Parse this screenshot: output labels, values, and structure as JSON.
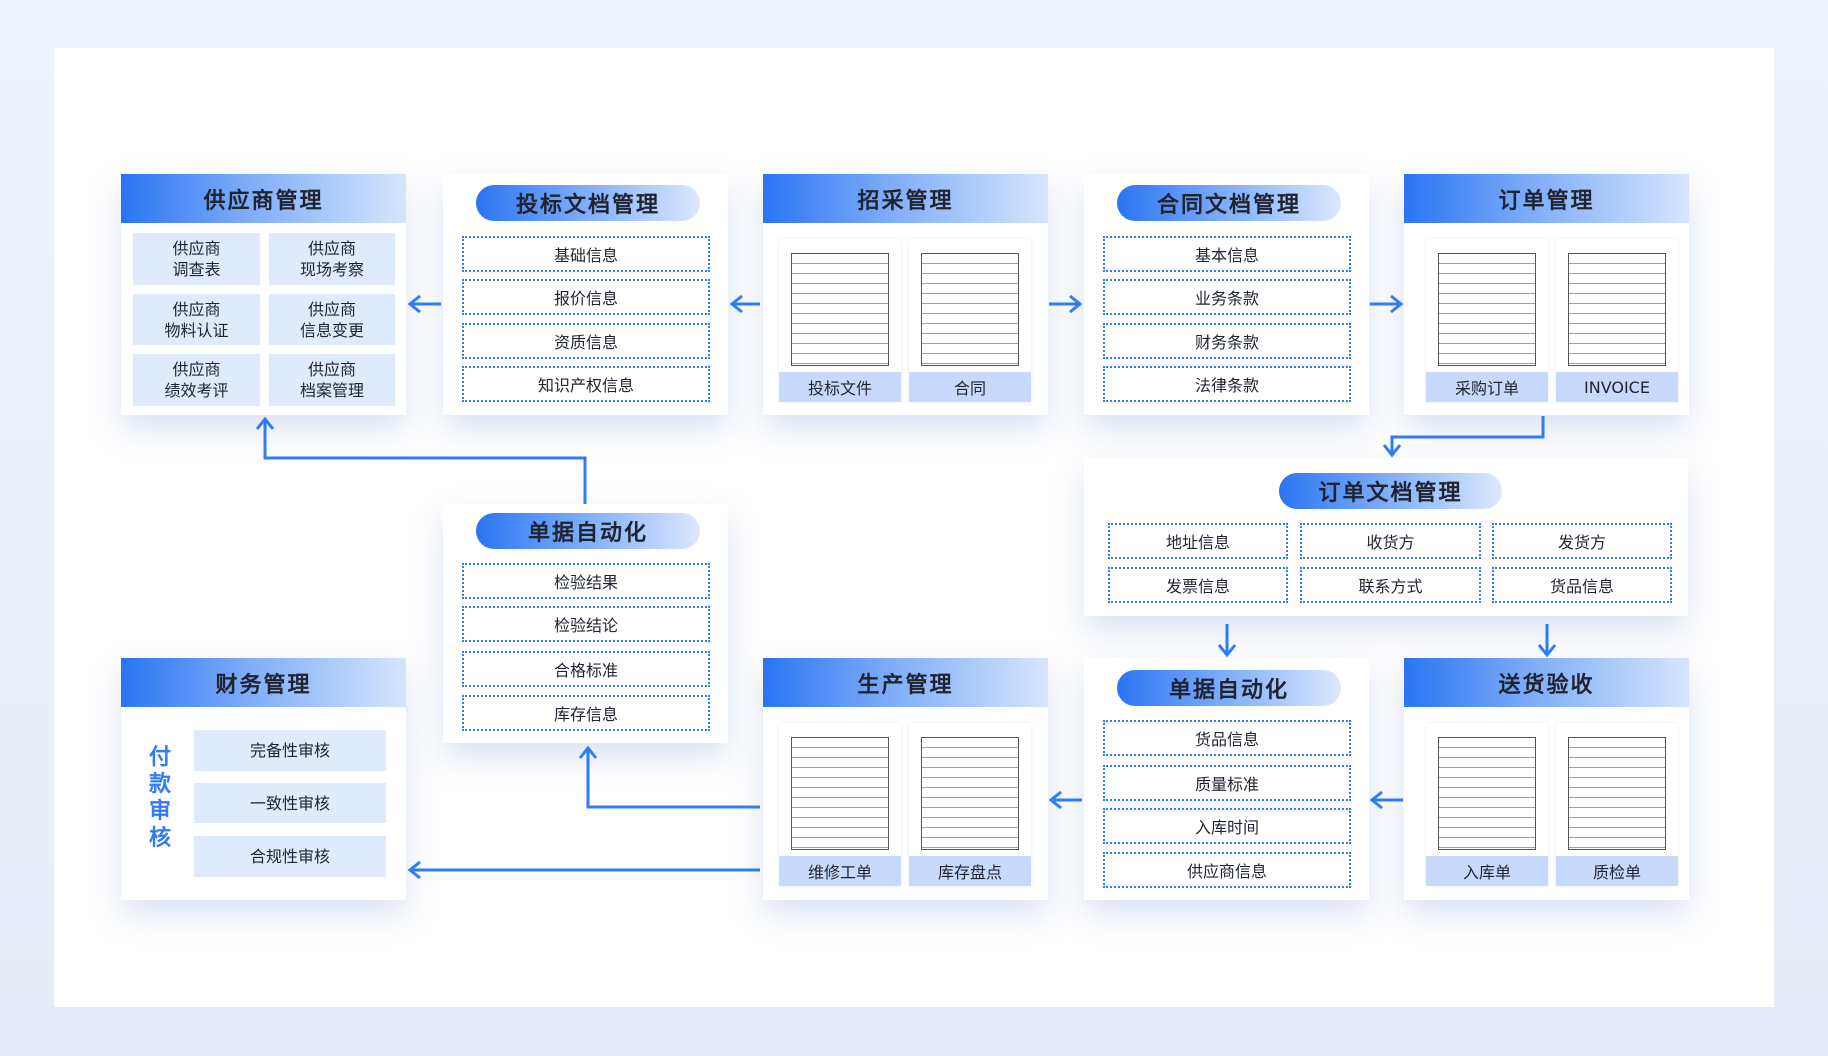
{
  "supplier": {
    "title": "供应商管理",
    "items": [
      [
        "供应商",
        "调查表"
      ],
      [
        "供应商",
        "现场考察"
      ],
      [
        "供应商",
        "物料认证"
      ],
      [
        "供应商",
        "信息变更"
      ],
      [
        "供应商",
        "绩效考评"
      ],
      [
        "供应商",
        "档案管理"
      ]
    ]
  },
  "bid_docs": {
    "title": "投标文档管理",
    "items": [
      "基础信息",
      "报价信息",
      "资质信息",
      "知识产权信息"
    ]
  },
  "procurement": {
    "title": "招采管理",
    "docs": [
      "投标文件",
      "合同"
    ]
  },
  "contract_docs": {
    "title": "合同文档管理",
    "items": [
      "基本信息",
      "业务条款",
      "财务条款",
      "法律条款"
    ]
  },
  "order": {
    "title": "订单管理",
    "docs": [
      "采购订单",
      "INVOICE"
    ]
  },
  "order_docs": {
    "title": "订单文档管理",
    "items": [
      "地址信息",
      "收货方",
      "发货方",
      "发票信息",
      "联系方式",
      "货品信息"
    ]
  },
  "doc_auto_1": {
    "title": "单据自动化",
    "items": [
      "检验结果",
      "检验结论",
      "合格标准",
      "库存信息"
    ]
  },
  "finance": {
    "title": "财务管理",
    "side_label": "付款审核",
    "items": [
      "完备性审核",
      "一致性审核",
      "合规性审核"
    ]
  },
  "production": {
    "title": "生产管理",
    "docs": [
      "维修工单",
      "库存盘点"
    ]
  },
  "doc_auto_2": {
    "title": "单据自动化",
    "items": [
      "货品信息",
      "质量标准",
      "入库时间",
      "供应商信息"
    ]
  },
  "delivery": {
    "title": "送货验收",
    "docs": [
      "入库单",
      "质检单"
    ]
  },
  "colors": {
    "accent": "#2f7cf6",
    "tile": "#dfeafd"
  }
}
